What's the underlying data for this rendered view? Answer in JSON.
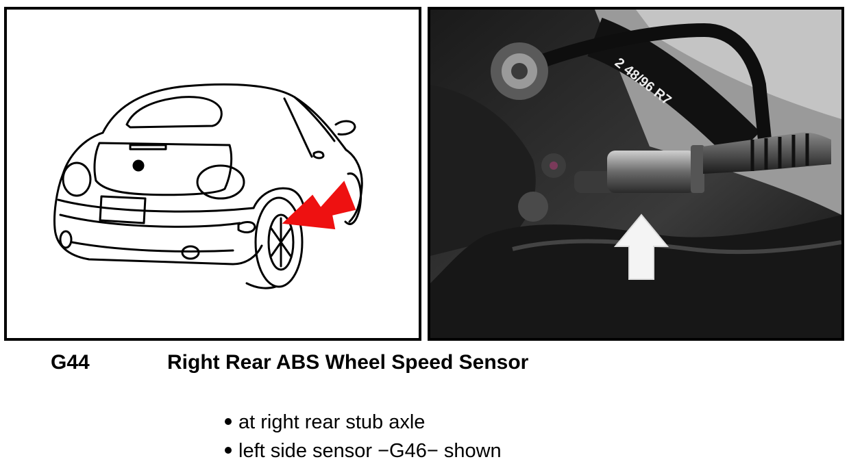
{
  "caption": {
    "code": "G44",
    "title": "Right Rear ABS Wheel Speed Sensor"
  },
  "bullets": [
    "at right rear stub axle",
    "left side sensor −G46− shown"
  ],
  "photo": {
    "tire_marking": "2 48/96 R7"
  },
  "colors": {
    "pointer_arrow": "#ee1111",
    "photo_arrow": "#f4f4f4",
    "frame": "#000000"
  }
}
